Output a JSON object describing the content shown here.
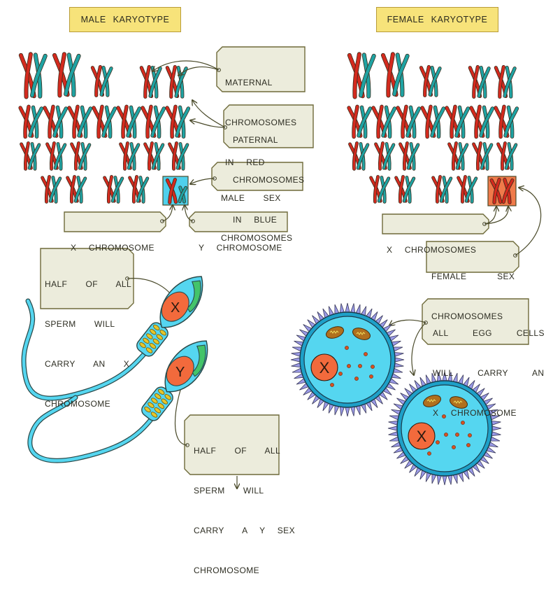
{
  "colors": {
    "maternal": "#d42a1e",
    "paternal": "#1fa3a3",
    "label_fill": "#ececdc",
    "label_stroke": "#6e6a3a",
    "title_fill": "#f7e37a",
    "male_sex_box": "#4fd0ec",
    "female_sex_box": "#f07a4a",
    "cell_cyan": "#55d6f0",
    "nucleus": "#f26a3c",
    "acrosome": "#43c46a",
    "mitochondria": "#e6c52a",
    "egg_spikes": "#9a9ae6",
    "egg_mito": "#b0701e"
  },
  "male": {
    "title": "MALE   KARYOTYPE",
    "labels": {
      "maternal": [
        "MATERNAL",
        "CHROMOSOMES",
        "IN  RED"
      ],
      "paternal": [
        "PATERNAL",
        "CHROMOSOMES",
        "IN  BLUE"
      ],
      "sex": [
        "MALE   SEX",
        "CHROMOSOMES"
      ],
      "x": [
        "X  CHROMOSOME"
      ],
      "y": [
        "Y  CHROMOSOME"
      ]
    }
  },
  "female": {
    "title": "FEMALE   KARYOTYPE",
    "labels": {
      "x": [
        "X  CHROMOSOMES"
      ],
      "sex": [
        "FEMALE     SEX",
        "CHROMOSOMES"
      ]
    }
  },
  "sperm": {
    "x_label": [
      "HALF   OF   ALL",
      "SPERM   WILL",
      "CARRY   AN   X",
      "CHROMOSOME"
    ],
    "y_label": [
      "HALF   OF   ALL",
      "SPERM   WILL",
      "CARRY   A  Y  SEX",
      "CHROMOSOME"
    ],
    "x_letter": "X",
    "y_letter": "Y"
  },
  "egg": {
    "label": [
      "ALL    EGG    CELLS",
      "WILL    CARRY    AN",
      "X  CHROMOSOME"
    ],
    "letter": "X"
  }
}
